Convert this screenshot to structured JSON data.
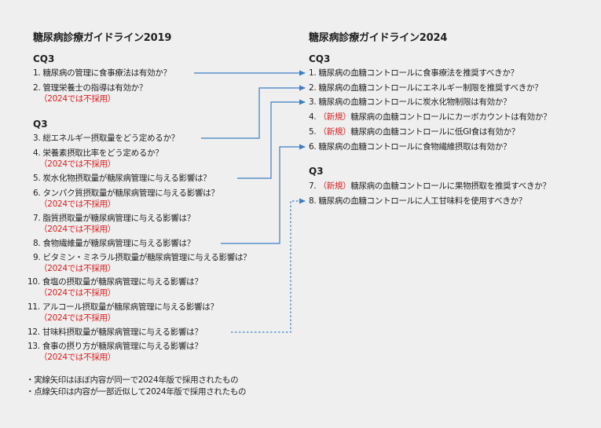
{
  "left": {
    "title": "糖尿病診療ガイドライン2019",
    "cq3": {
      "label": "CQ3",
      "items": [
        {
          "num": "1.",
          "text": "糖尿病の管理に食事療法は有効か？",
          "note": ""
        },
        {
          "num": "2.",
          "text": "管理栄養士の指導は有効か？",
          "note": "（2024では不採用）"
        }
      ]
    },
    "q3": {
      "label": "Q3",
      "items": [
        {
          "num": "3.",
          "text": "総エネルギー摂取量をどう定めるか？",
          "note": ""
        },
        {
          "num": "4.",
          "text": "栄養素摂取比率をどう定めるか？",
          "note": "（2024では不採用）"
        },
        {
          "num": "5.",
          "text": "炭水化物摂取量が糖尿病管理に与える影響は？",
          "note": ""
        },
        {
          "num": "6.",
          "text": "タンパク質摂取量が糖尿病管理に与える影響は？",
          "note": "（2024では不採用）"
        },
        {
          "num": "7.",
          "text": "脂質摂取量が糖尿病管理に与える影響は？",
          "note": "（2024では不採用）"
        },
        {
          "num": "8.",
          "text": "食物繊維量が糖尿病管理に与える影響は？",
          "note": ""
        },
        {
          "num": "9.",
          "text": "ビタミン・ミネラル摂取量が糖尿病管理に与える影響は？",
          "note": "（2024では不採用）"
        },
        {
          "num": "10.",
          "text": "食塩の摂取量が糖尿病管理に与える影響は？",
          "note": "（2024では不採用）"
        },
        {
          "num": "11.",
          "text": "アルコール摂取量が糖尿病管理に与える影響は？",
          "note": "（2024では不採用）"
        },
        {
          "num": "12.",
          "text": "甘味料摂取量が糖尿病管理に与える影響は？",
          "note": ""
        },
        {
          "num": "13.",
          "text": "食事の摂り方が糖尿病管理に与える影響は？",
          "note": "（2024では不採用）"
        }
      ]
    }
  },
  "right": {
    "title": "糖尿病診療ガイドライン2024",
    "cq3": {
      "label": "CQ3",
      "items": [
        {
          "num": "1.",
          "tag": "",
          "text": "糖尿病の血糖コントロールに食事療法を推奨すべきか？"
        },
        {
          "num": "2.",
          "tag": "",
          "text": "糖尿病の血糖コントロールにエネルギー制限を推奨すべきか？"
        },
        {
          "num": "3.",
          "tag": "",
          "text": "糖尿病の血糖コントロールに炭水化物制限は有効か？"
        },
        {
          "num": "4.",
          "tag": "（新規）",
          "text": "糖尿病の血糖コントロールにカーボカウントは有効か？"
        },
        {
          "num": "5.",
          "tag": "（新規）",
          "text": "糖尿病の血糖コントロールに低GI食は有効か？"
        },
        {
          "num": "6.",
          "tag": "",
          "text": "糖尿病の血糖コントロールに食物繊維摂取は有効か？"
        }
      ]
    },
    "q3": {
      "label": "Q3",
      "items": [
        {
          "num": "7.",
          "tag": "（新規）",
          "text": "糖尿病の血糖コントロールに果物摂取を推奨すべきか？"
        },
        {
          "num": "8.",
          "tag": "",
          "text": "糖尿病の血糖コントロールに人工甘味料を使用すべきか？"
        }
      ]
    }
  },
  "footnotes": [
    "・実線矢印はほぼ内容が同一で2024年版で採用されたもの",
    "・点線矢印は内容が一部近似して2024年版で採用されたもの"
  ],
  "colors": {
    "arrow": "#3b7fc4",
    "new_tag": "#d62020",
    "note": "#d62020",
    "background": "#efefef"
  }
}
